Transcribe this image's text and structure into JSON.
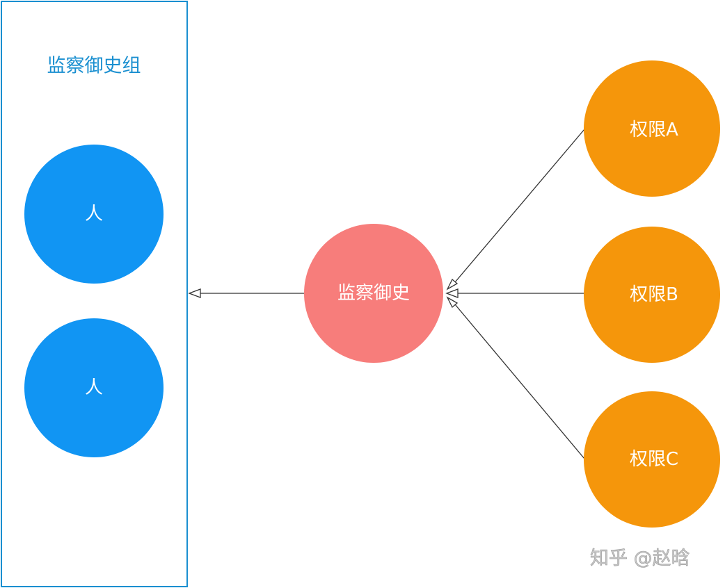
{
  "group": {
    "title": "监察御史组",
    "members": [
      "人",
      "人"
    ],
    "color": "#1a8fd0",
    "member_color": "#1195f3"
  },
  "role": {
    "label": "监察御史",
    "color": "#f77d7b"
  },
  "permissions": {
    "items": [
      "权限A",
      "权限B",
      "权限C"
    ],
    "color": "#f5960b"
  },
  "watermark": "知乎 @赵晗"
}
